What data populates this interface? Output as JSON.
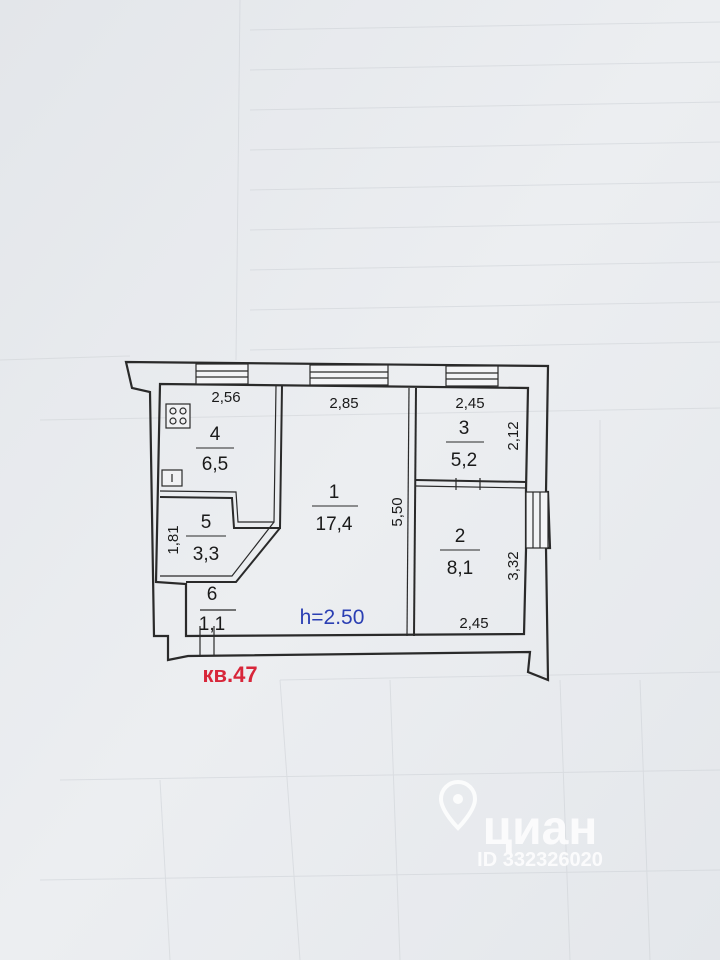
{
  "plan": {
    "apartment_label": "кв.47",
    "ceiling_height": "h=2.50",
    "rooms": [
      {
        "number": "1",
        "area": "17,4"
      },
      {
        "number": "2",
        "area": "8,1"
      },
      {
        "number": "3",
        "area": "5,2"
      },
      {
        "number": "4",
        "area": "6,5"
      },
      {
        "number": "5",
        "area": "3,3"
      },
      {
        "number": "6",
        "area": "1,1"
      }
    ],
    "dimensions": {
      "room4_width": "2,56",
      "room1_width": "2,85",
      "room3_width": "2,45",
      "room3_depth": "2,12",
      "room1_depth": "5,50",
      "room5_depth": "1,81",
      "room2_depth": "3,32",
      "room2_width": "2,45"
    }
  },
  "watermark": {
    "brand": "циан",
    "id_text": "ID 332326020"
  },
  "colors": {
    "paper": "#e9ecef",
    "wall": "#2a2a2a",
    "label_red": "#d8263a",
    "height_blue": "#2b3fb3",
    "watermark": "#ffffff"
  }
}
